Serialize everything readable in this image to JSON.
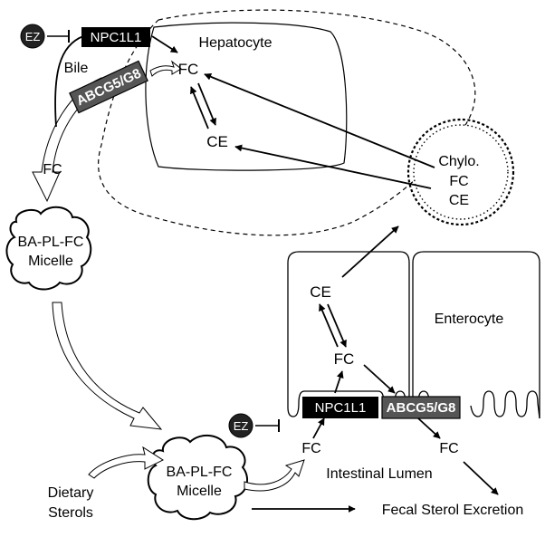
{
  "labels": {
    "ez_top": "EZ",
    "npc1l1_top": "NPC1L1",
    "bile": "Bile",
    "abcg_top": "ABCG5/G8",
    "hepatocyte": "Hepatocyte",
    "fc_liver": "FC",
    "ce_liver": "CE",
    "fc_bile": "FC",
    "micelle_top_line1": "BA-PL-FC",
    "micelle_top_line2": "Micelle",
    "chylo": "Chylo.",
    "chylo_fc": "FC",
    "chylo_ce": "CE",
    "enterocyte": "Enterocyte",
    "ce_ent": "CE",
    "fc_ent": "FC",
    "npc1l1_bottom": "NPC1L1",
    "abcg_bottom": "ABCG5/G8",
    "ez_bottom": "EZ",
    "fc_lumen": "FC",
    "fc_out": "FC",
    "intestinal_lumen": "Intestinal Lumen",
    "dietary_line1": "Dietary",
    "dietary_line2": "Sterols",
    "micelle_bot_line1": "BA-PL-FC",
    "micelle_bot_line2": "Micelle",
    "fecal": "Fecal Sterol Excretion"
  }
}
